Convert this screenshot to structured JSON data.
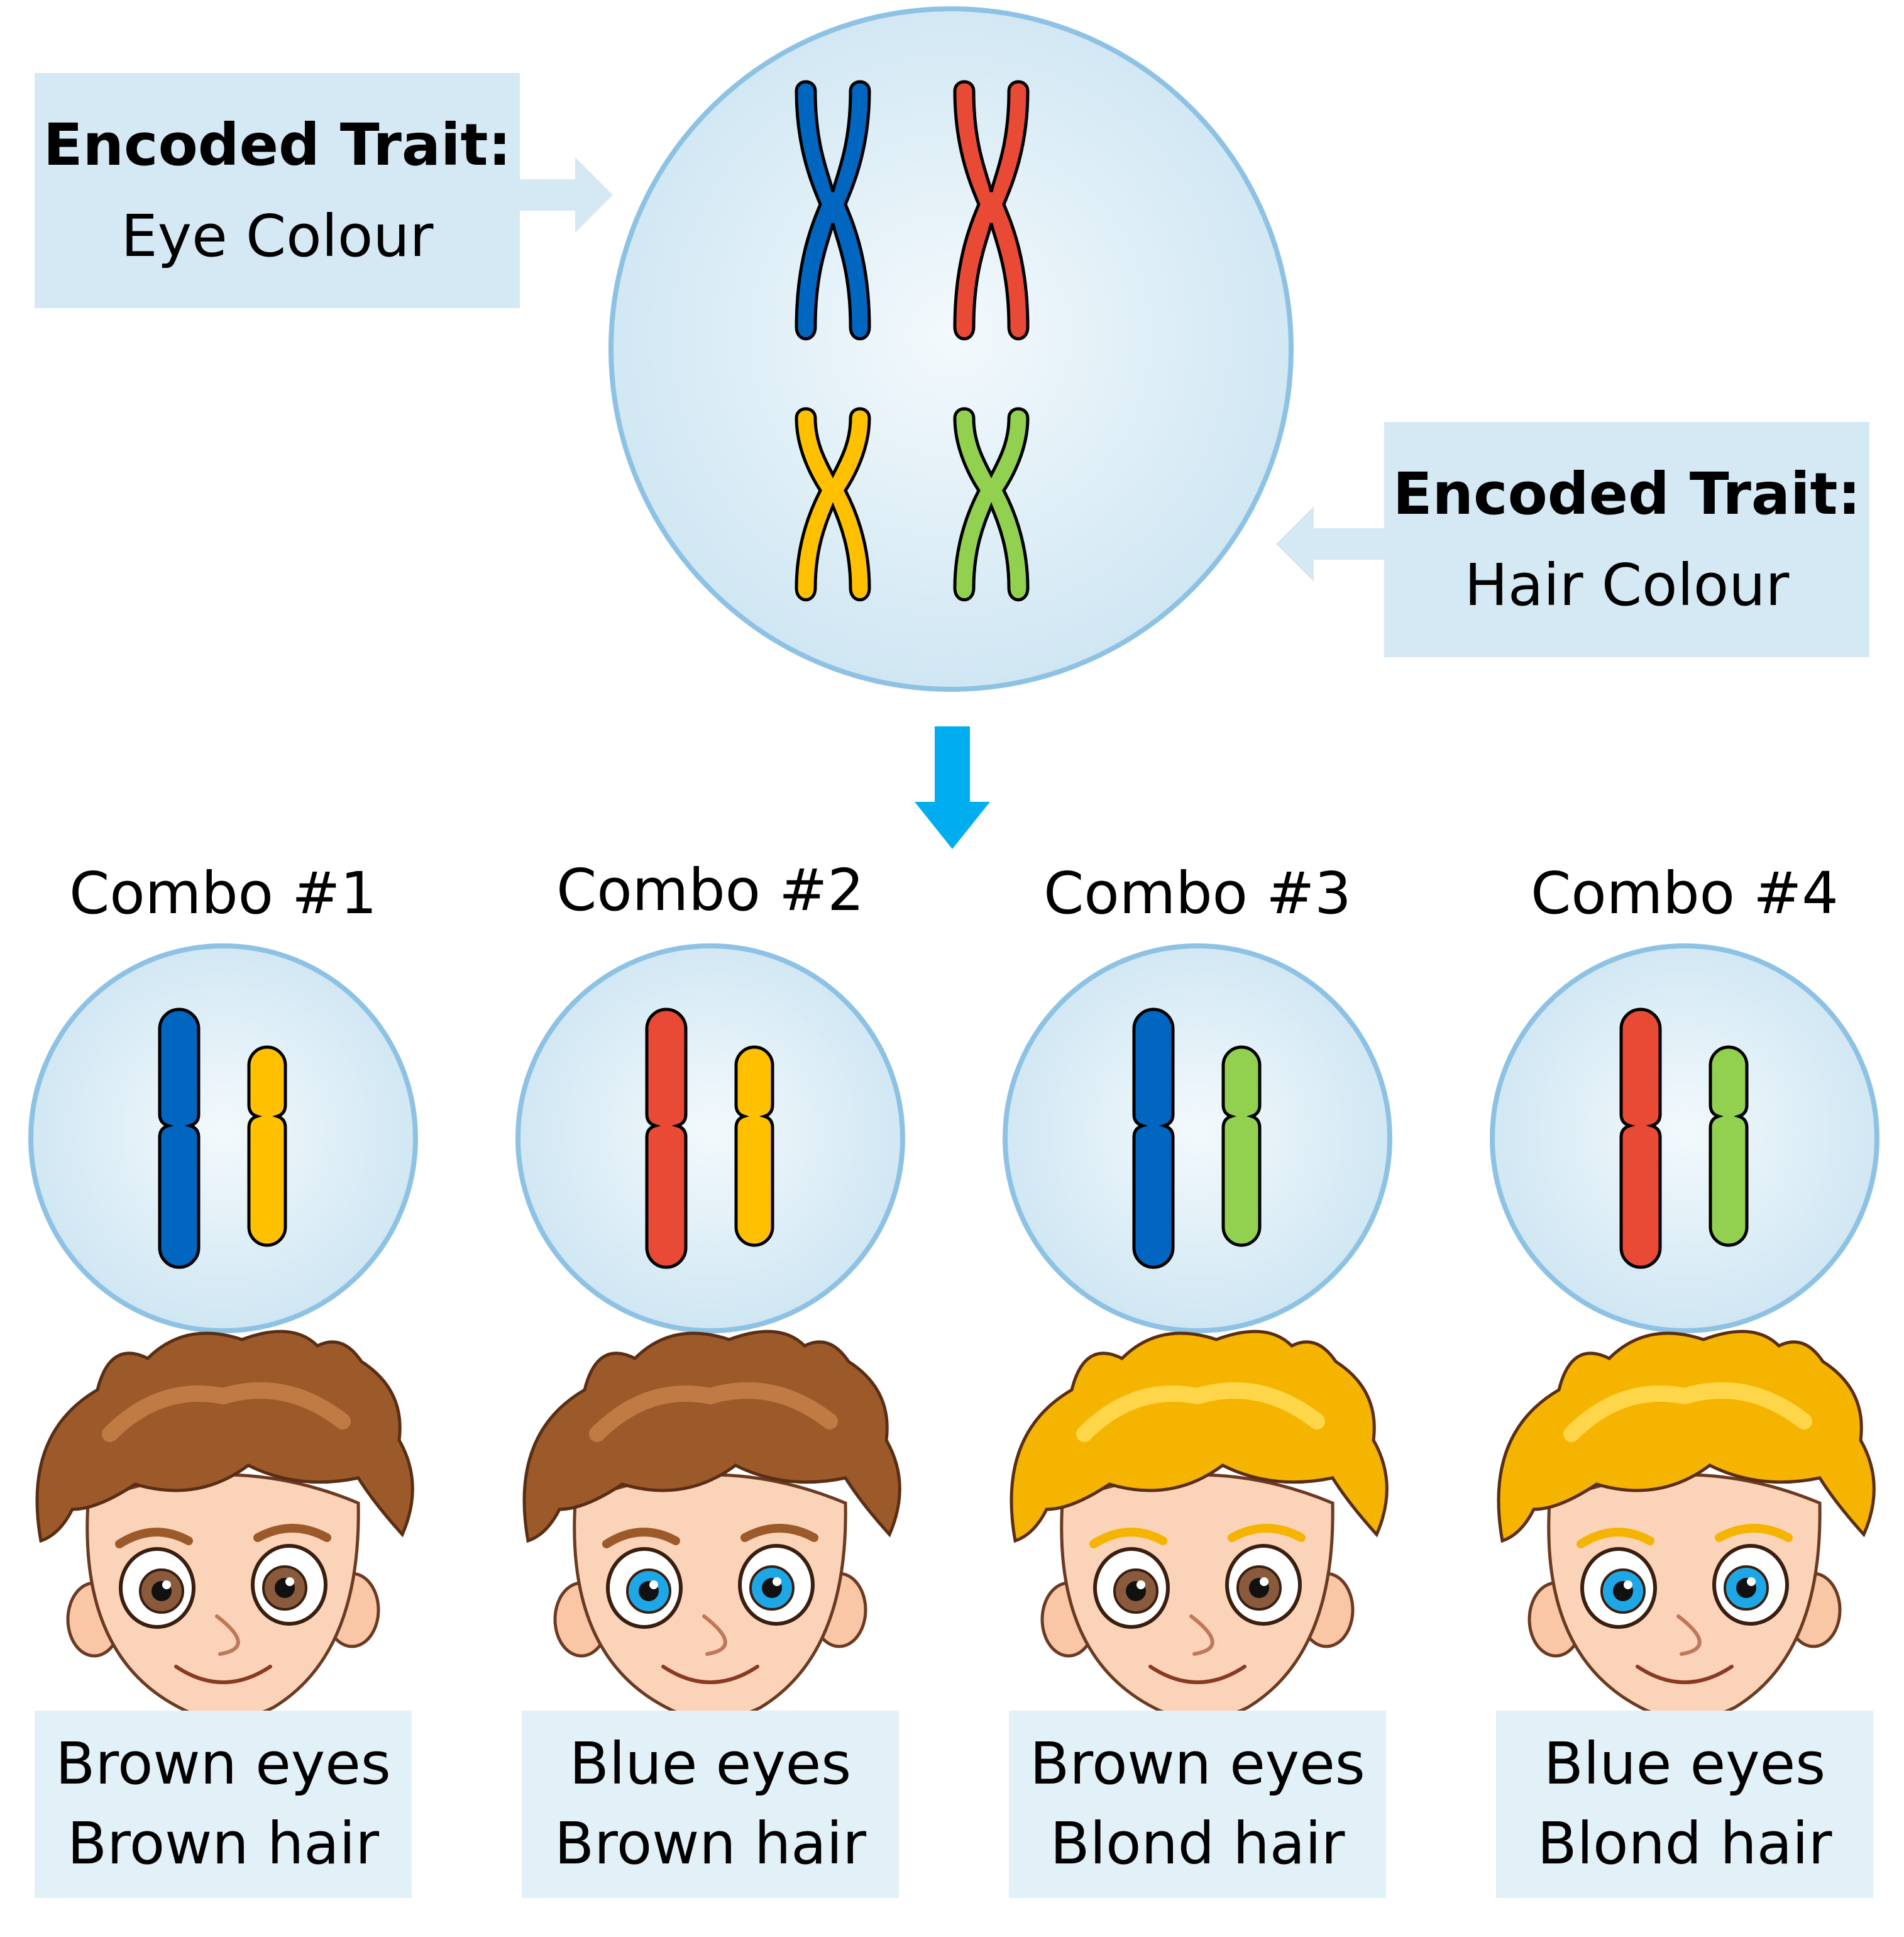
{
  "traits": {
    "eye": {
      "heading": "Encoded Trait:",
      "value": "Eye Colour"
    },
    "hair": {
      "heading": "Encoded Trait:",
      "value": "Hair Colour"
    }
  },
  "colors": {
    "eye_brown_allele": "#0066c0",
    "eye_blue_allele": "#e94a35",
    "hair_brown_allele": "#ffc000",
    "hair_blond_allele": "#92d050",
    "arrow": "#00aeef",
    "cell_border": "#8ec2e4"
  },
  "combos": [
    {
      "title": "Combo #1",
      "eye_result": "Brown eyes",
      "hair_result": "Brown hair",
      "eye_chromosome": "blue",
      "hair_chromosome": "yellow",
      "eye_color": "brown",
      "hair_color": "brown"
    },
    {
      "title": "Combo #2",
      "eye_result": "Blue eyes",
      "hair_result": "Brown hair",
      "eye_chromosome": "red",
      "hair_chromosome": "yellow",
      "eye_color": "blue",
      "hair_color": "brown"
    },
    {
      "title": "Combo #3",
      "eye_result": "Brown eyes",
      "hair_result": "Blond hair",
      "eye_chromosome": "blue",
      "hair_chromosome": "green",
      "eye_color": "brown",
      "hair_color": "blond"
    },
    {
      "title": "Combo #4",
      "eye_result": "Blue eyes",
      "hair_result": "Blond hair",
      "eye_chromosome": "red",
      "hair_chromosome": "green",
      "eye_color": "blue",
      "hair_color": "blond"
    }
  ]
}
